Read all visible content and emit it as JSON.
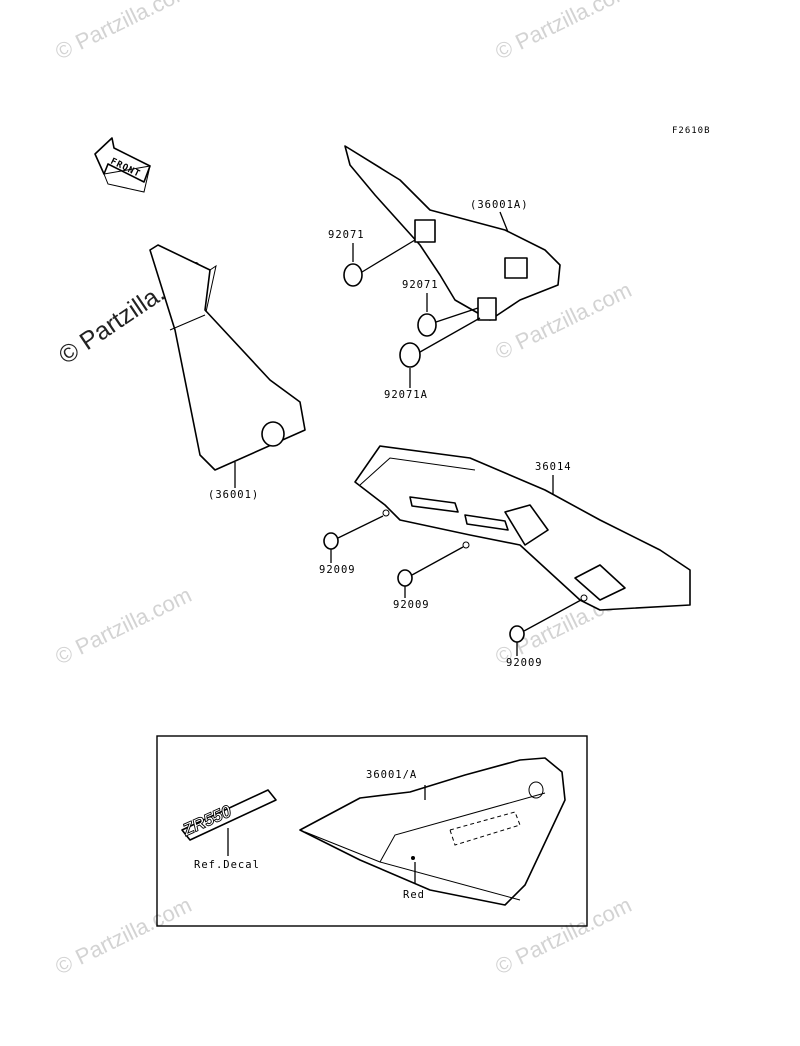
{
  "figure_code": "F2610B",
  "front_arrow_text": "FRONT",
  "watermark_text": "© Partzilla.com",
  "callouts": {
    "side_cover_left": "(36001)",
    "side_cover_right": "(36001A)",
    "damper_upper": "92071",
    "damper_middle": "92071",
    "damper_lower": "92071A",
    "chain_cover": "36014",
    "bolt_left": "92009",
    "bolt_middle": "92009",
    "bolt_right": "92009"
  },
  "inset": {
    "cover_label": "36001/A",
    "decal_text": "ZR550",
    "decal_label": "Ref.Decal",
    "color_label": "Red"
  }
}
